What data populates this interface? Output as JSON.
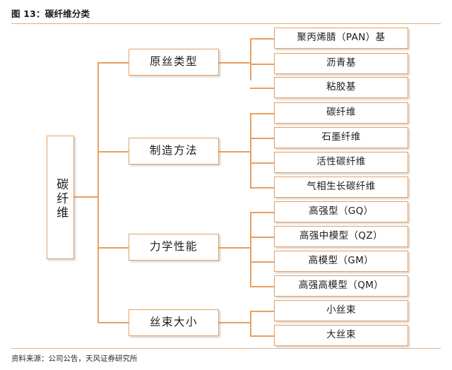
{
  "figure": {
    "title": "图 13：碳纤维分类",
    "source": "资料来源：公司公告，天风证券研究所",
    "accent_color": "#E8A063",
    "rule_color": "#D9B189",
    "text_color": "#1B1B1B",
    "background": "#FFFFFF"
  },
  "chart_data": {
    "type": "diagram",
    "title": "图 13：碳纤维分类",
    "root": "碳纤维",
    "branches": [
      {
        "label": "原丝类型",
        "children": [
          "聚丙烯腈（PAN）基",
          "沥青基",
          "粘胶基"
        ]
      },
      {
        "label": "制造方法",
        "children": [
          "碳纤维",
          "石墨纤维",
          "活性碳纤维",
          "气相生长碳纤维"
        ]
      },
      {
        "label": "力学性能",
        "children": [
          "高强型（GQ）",
          "高强中模型（QZ）",
          "高模型（GM）",
          "高强高模型（QM）"
        ]
      },
      {
        "label": "丝束大小",
        "children": [
          "小丝束",
          "大丝束"
        ]
      }
    ]
  },
  "tree": {
    "root": {
      "label": "碳纤维"
    },
    "categories": [
      {
        "label": "原丝类型"
      },
      {
        "label": "制造方法"
      },
      {
        "label": "力学性能"
      },
      {
        "label": "丝束大小"
      }
    ],
    "leaves": {
      "raw_fiber": [
        {
          "label": "聚丙烯腈（PAN）基"
        },
        {
          "label": "沥青基"
        },
        {
          "label": "粘胶基"
        }
      ],
      "manufacturing": [
        {
          "label": "碳纤维"
        },
        {
          "label": "石墨纤维"
        },
        {
          "label": "活性碳纤维"
        },
        {
          "label": "气相生长碳纤维"
        }
      ],
      "mechanical": [
        {
          "label": "高强型（GQ）"
        },
        {
          "label": "高强中模型（QZ）"
        },
        {
          "label": "高模型（GM）"
        },
        {
          "label": "高强高模型（QM）"
        }
      ],
      "tow_size": [
        {
          "label": "小丝束"
        },
        {
          "label": "大丝束"
        }
      ]
    }
  }
}
